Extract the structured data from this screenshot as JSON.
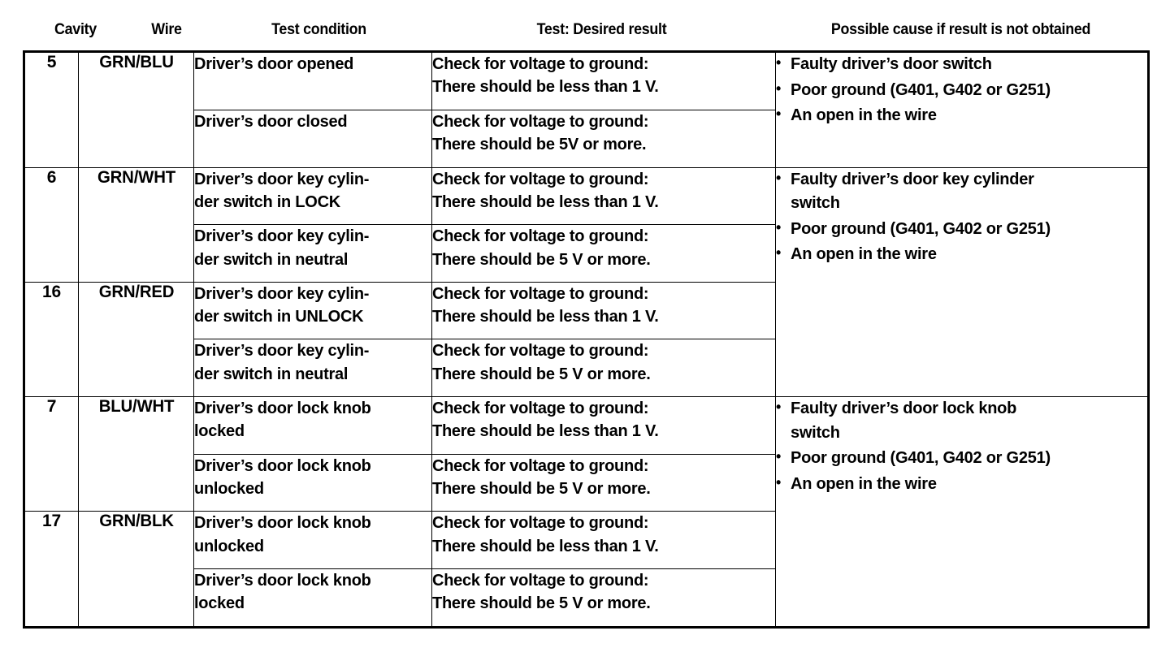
{
  "table": {
    "headers": {
      "cavity": "Cavity",
      "wire": "Wire",
      "condition": "Test condition",
      "test": "Test: Desired result",
      "cause": "Possible cause if result is not obtained"
    },
    "blocks": [
      {
        "cavity": "5",
        "wire": "GRN/BLU",
        "rows": [
          {
            "condition_lines": [
              "Driver’s door opened"
            ],
            "test_lines": [
              "Check for voltage to ground:",
              "There should be less than 1 V."
            ]
          },
          {
            "condition_lines": [
              "Driver’s door closed"
            ],
            "test_lines": [
              "Check for voltage to ground:",
              "There should be 5V or more."
            ]
          }
        ],
        "cause": {
          "items": [
            {
              "text": "Faulty driver’s door switch",
              "cont": ""
            },
            {
              "text": "Poor ground (G401, G402 or G251)",
              "cont": ""
            },
            {
              "text": "An open in the wire",
              "cont": ""
            }
          ]
        }
      },
      {
        "cavity": "6",
        "wire": "GRN/WHT",
        "rows": [
          {
            "condition_lines": [
              "Driver’s door key cylin-",
              "der switch in LOCK"
            ],
            "test_lines": [
              "Check for voltage to ground:",
              "There should be less than 1 V."
            ]
          },
          {
            "condition_lines": [
              "Driver’s door key cylin-",
              "der switch in neutral"
            ],
            "test_lines": [
              "Check for voltage to ground:",
              "There should be 5 V or more."
            ]
          }
        ],
        "cause": {
          "items": [
            {
              "text": "Faulty driver’s door key cylinder",
              "cont": "switch"
            },
            {
              "text": "Poor ground (G401, G402 or G251)",
              "cont": ""
            },
            {
              "text": "An open in the wire",
              "cont": ""
            }
          ]
        }
      },
      {
        "cavity": "16",
        "wire": "GRN/RED",
        "rows": [
          {
            "condition_lines": [
              "Driver’s door key cylin-",
              "der switch in UNLOCK"
            ],
            "test_lines": [
              "Check for voltage to ground:",
              "There should be less than 1 V."
            ]
          },
          {
            "condition_lines": [
              "Driver’s door key cylin-",
              "der switch in neutral"
            ],
            "test_lines": [
              "Check for voltage to ground:",
              "There should be 5 V or more."
            ]
          }
        ],
        "cause": null
      },
      {
        "cavity": "7",
        "wire": "BLU/WHT",
        "rows": [
          {
            "condition_lines": [
              "Driver’s door lock knob",
              "locked"
            ],
            "test_lines": [
              "Check for voltage to ground:",
              "There should be less than 1 V."
            ]
          },
          {
            "condition_lines": [
              "Driver’s door lock knob",
              "unlocked"
            ],
            "test_lines": [
              "Check for voltage to ground:",
              "There should be 5 V or more."
            ]
          }
        ],
        "cause": {
          "items": [
            {
              "text": "Faulty driver’s door lock knob",
              "cont": "switch"
            },
            {
              "text": "Poor ground (G401, G402 or G251)",
              "cont": ""
            },
            {
              "text": "An open in the wire",
              "cont": ""
            }
          ]
        }
      },
      {
        "cavity": "17",
        "wire": "GRN/BLK",
        "rows": [
          {
            "condition_lines": [
              "Driver’s door lock knob",
              "unlocked"
            ],
            "test_lines": [
              "Check for voltage to ground:",
              "There should be less than 1 V."
            ]
          },
          {
            "condition_lines": [
              "Driver’s door lock knob",
              "locked"
            ],
            "test_lines": [
              "Check for voltage to ground:",
              "There should be 5 V or more."
            ]
          }
        ],
        "cause": null
      }
    ]
  },
  "colors": {
    "text": "#000000",
    "background": "#ffffff",
    "rule": "#000000"
  }
}
